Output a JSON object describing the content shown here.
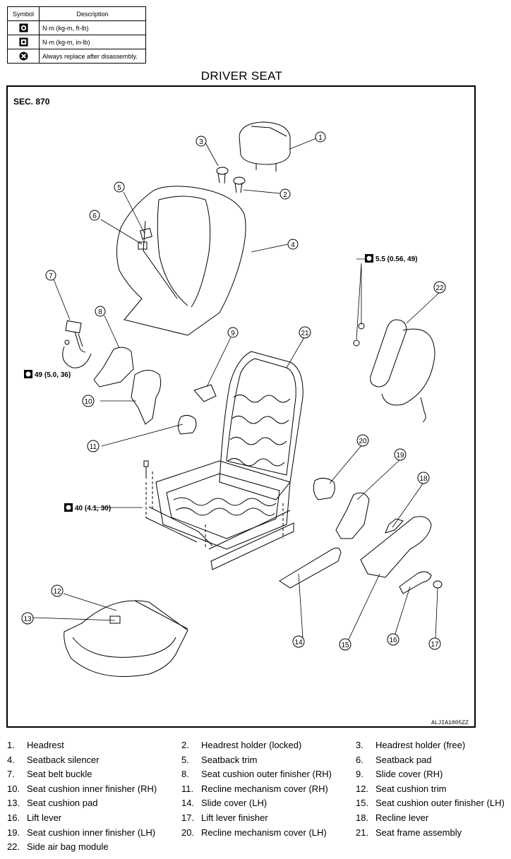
{
  "symbol_table": {
    "headers": {
      "symbol": "Symbol",
      "description": "Description"
    },
    "rows": [
      {
        "icon": "torque-wrench-icon",
        "description": "N·m (kg-m, ft-lb)"
      },
      {
        "icon": "torque-wrench-small-icon",
        "description": "N·m (kg-m, in-lb)"
      },
      {
        "icon": "always-replace-icon",
        "description": "Always replace after disassembly."
      }
    ]
  },
  "title": "DRIVER SEAT",
  "diagram": {
    "section": "SEC. 870",
    "code": "ALJIA1005ZZ",
    "torques": {
      "t1": "5.5 (0.56, 49)",
      "t2": "49 (5.0, 36)",
      "t3": "40 (4.1, 30)"
    }
  },
  "legend": [
    {
      "num": "1.",
      "label": "Headrest"
    },
    {
      "num": "2.",
      "label": "Headrest holder (locked)"
    },
    {
      "num": "3.",
      "label": "Headrest holder (free)"
    },
    {
      "num": "4.",
      "label": "Seatback silencer"
    },
    {
      "num": "5.",
      "label": "Seatback trim"
    },
    {
      "num": "6.",
      "label": "Seatback pad"
    },
    {
      "num": "7.",
      "label": "Seat belt buckle"
    },
    {
      "num": "8.",
      "label": "Seat cushion outer finisher (RH)"
    },
    {
      "num": "9.",
      "label": "Slide cover (RH)"
    },
    {
      "num": "10.",
      "label": "Seat cushion inner finisher (RH)"
    },
    {
      "num": "11.",
      "label": "Recline mechanism cover (RH)"
    },
    {
      "num": "12.",
      "label": "Seat cushion trim"
    },
    {
      "num": "13.",
      "label": "Seat cushion pad"
    },
    {
      "num": "14.",
      "label": "Slide cover (LH)"
    },
    {
      "num": "15.",
      "label": "Seat cushion outer finisher (LH)"
    },
    {
      "num": "16.",
      "label": "Lift lever"
    },
    {
      "num": "17.",
      "label": "Lift lever finisher"
    },
    {
      "num": "18.",
      "label": "Recline lever"
    },
    {
      "num": "19.",
      "label": "Seat cushion inner finisher (LH)"
    },
    {
      "num": "20.",
      "label": "Recline mechanism cover (LH)"
    },
    {
      "num": "21.",
      "label": "Seat frame assembly"
    },
    {
      "num": "22.",
      "label": "Side air bag module"
    }
  ]
}
